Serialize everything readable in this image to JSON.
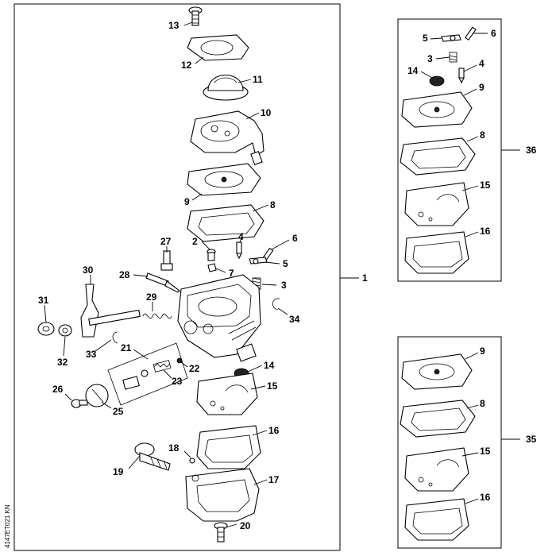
{
  "figure_code": "4147ET021 KN",
  "main_assembly": {
    "labels": {
      "p13": "13",
      "p12": "12",
      "p11": "11",
      "p10": "10",
      "p9": "9",
      "p8": "8",
      "p27": "27",
      "p2": "2",
      "p4": "4",
      "p6": "6",
      "p5": "5",
      "p7": "7",
      "p3": "3",
      "p28": "28",
      "p30": "30",
      "p31": "31",
      "p29": "29",
      "p34": "34",
      "p32": "32",
      "p33": "33",
      "p21": "21",
      "p22": "22",
      "p23": "23",
      "p14": "14",
      "p15": "15",
      "p26": "26",
      "p25": "25",
      "p16": "16",
      "p18": "18",
      "p19": "19",
      "p17": "17",
      "p20": "20",
      "p1": "1"
    }
  },
  "kit_36": {
    "kit_label": "36",
    "labels": {
      "p5": "5",
      "p6": "6",
      "p3": "3",
      "p4": "4",
      "p14": "14",
      "p9": "9",
      "p8": "8",
      "p15": "15",
      "p16": "16"
    }
  },
  "kit_35": {
    "kit_label": "35",
    "labels": {
      "p9": "9",
      "p8": "8",
      "p15": "15",
      "p16": "16"
    }
  }
}
